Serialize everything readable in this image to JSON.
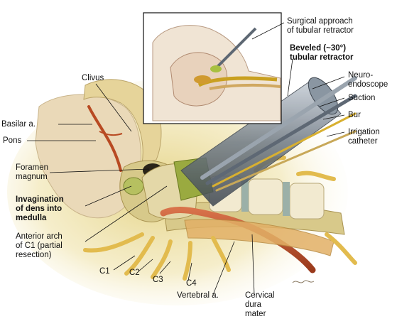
{
  "labels": {
    "surgical_approach": "Surgical approach\nof tubular retractor",
    "beveled_retractor": "Beveled (~30°)\ntubular retractor",
    "neuroendoscope": "Neuro-\nendoscope",
    "suction": "Suction",
    "bur": "Bur",
    "irrigation_catheter": "Irrigation\ncatheter",
    "clivus": "Clivus",
    "basilar_artery": "Basilar a.",
    "pons": "Pons",
    "foramen_magnum": "Foramen\nmagnum",
    "invagination": "Invagination\nof dens into\nmedulla",
    "anterior_arch": "Anterior arch\nof C1 (partial\nresection)",
    "c1": "C1",
    "c2": "C2",
    "c3": "C3",
    "c4": "C4",
    "vertebral_artery": "Vertebral a.",
    "cervical_dura": "Cervical\ndura\nmater"
  },
  "colors": {
    "bone": "#e8ddb0",
    "vertebra": "#f2ead0",
    "nerve": "#e6bf52",
    "artery": "#c0502a",
    "tissue": "#d9c87a",
    "instrument": "#5a6470"
  }
}
